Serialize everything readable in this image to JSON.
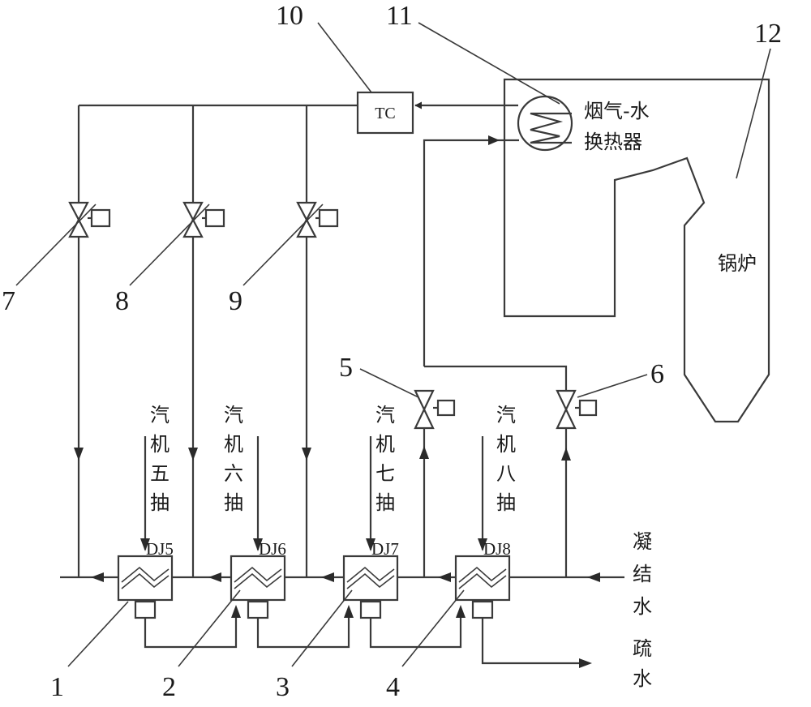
{
  "components": {
    "tc_label": "TC",
    "exchanger_line1": "烟气-水",
    "exchanger_line2": "换热器",
    "boiler_label": "锅炉"
  },
  "heaters": [
    {
      "id": "DJ5",
      "steam": [
        "汽",
        "机",
        "五",
        "抽"
      ],
      "number": "1"
    },
    {
      "id": "DJ6",
      "steam": [
        "汽",
        "机",
        "六",
        "抽"
      ],
      "number": "2"
    },
    {
      "id": "DJ7",
      "steam": [
        "汽",
        "机",
        "七",
        "抽"
      ],
      "number": "3"
    },
    {
      "id": "DJ8",
      "steam": [
        "汽",
        "机",
        "八",
        "抽"
      ],
      "number": "4"
    }
  ],
  "inlet": [
    "凝",
    "结",
    "水"
  ],
  "drain": [
    "疏",
    "水"
  ],
  "callouts": {
    "valve5": "5",
    "valve6": "6",
    "valve7": "7",
    "valve8": "8",
    "valve9": "9",
    "tc": "10",
    "exchanger": "11",
    "boiler": "12"
  }
}
